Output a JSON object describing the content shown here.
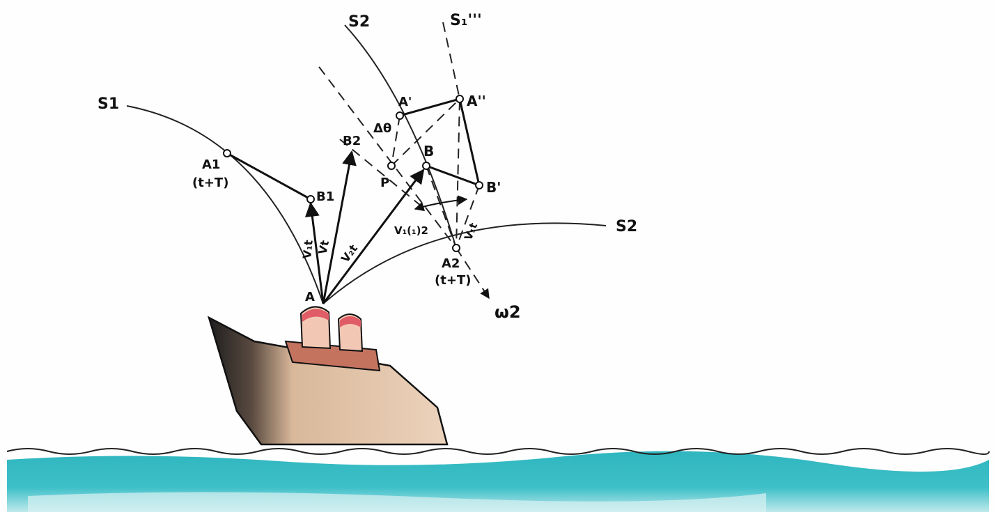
{
  "labels": {
    "s1": "S1",
    "s2_top": "S2",
    "s1_triple": "S₁'''",
    "s2_right": "S2",
    "a1": "A1",
    "a1_time": "(t+T)",
    "b1": "B1",
    "b2": "B2",
    "a_prime": "A'",
    "a_double": "A''",
    "delta_theta": "Δθ",
    "b": "B",
    "p": "P",
    "b_prime": "B'",
    "a": "A",
    "a2": "A2",
    "a2_time": "(t+T)",
    "omega2": "ω2",
    "v1t_left": "V₁t",
    "vt": "Vt",
    "v2t": "V₂t",
    "v12": "V₁(₁)2",
    "v1t_right": "V₁t"
  },
  "colors": {
    "ink": "#111111",
    "sea": "#3bbcc4",
    "sea_light": "#8fd8dc",
    "hull": "#e8c9ad",
    "hull_dark": "#2a2a2a",
    "funnel": "#e86b72",
    "funnel_base": "#f2c8b4",
    "deck": "#b8624e"
  }
}
